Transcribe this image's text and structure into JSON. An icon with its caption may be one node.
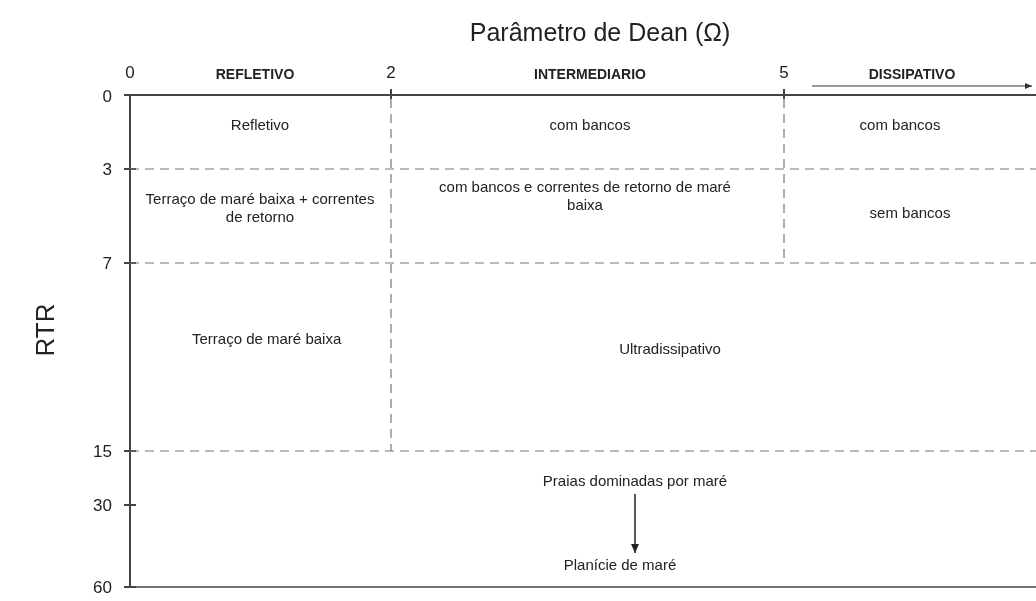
{
  "diagram": {
    "title": "Parâmetro de Dean (Ω)",
    "nodes": [
      {
        "text": [
          "Refletivo"
        ]
      },
      {
        "text": [
          "com bancos"
        ]
      },
      {
        "text": [
          "com bancos"
        ]
      },
      {
        "text": [
          "Terraço de maré baixa + correntes de retorno"
        ]
      },
      {
        "text": [
          "com bancos e correntes de retorno de maré baixa"
        ]
      },
      {
        "text": [
          "sem bancos"
        ]
      },
      {
        "text": [
          "Terraço de maré baixa"
        ]
      },
      {
        "text": [
          "Ultradissipativo"
        ]
      },
      {
        "text": [
          "Praias dominadas por maré"
        ]
      },
      {
        "text": [
          "Planície de maré"
        ]
      }
    ],
    "edges": [
      {
        "from": 8,
        "to": 9,
        "arrow": "to"
      }
    ],
    "labels": [
      "0",
      "REFLETIVO",
      "2",
      "INTERMEDIARIO",
      "5",
      "DISSIPATIVO",
      "0",
      "3",
      "7",
      "15",
      "30",
      "60",
      "RTR"
    ]
  }
}
